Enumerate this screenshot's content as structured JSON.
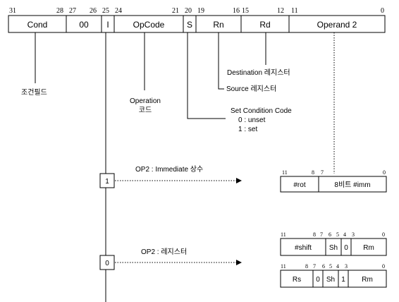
{
  "top_bits": [
    "31",
    "28",
    "27",
    "26",
    "25",
    "24",
    "21",
    "20",
    "19",
    "16",
    "15",
    "12",
    "11",
    "0"
  ],
  "fields": [
    "Cond",
    "00",
    "I",
    "OpCode",
    "S",
    "Rn",
    "Rd",
    "Operand 2"
  ],
  "labels": {
    "cond_desc": "조건필드",
    "opcode_desc_line1": "Operation",
    "opcode_desc_line2": "코드",
    "rd_desc": "Destination 레지스터",
    "rn_desc": "Source 레지스터",
    "s_desc_line1": "Set Condition Code",
    "s_desc_line2": "0 : unset",
    "s_desc_line3": "1 : set",
    "op2_imm_desc": "OP2 : Immediate 상수",
    "op2_reg_desc": "OP2 : 레지스터"
  },
  "i_values": {
    "one": "1",
    "zero": "0"
  },
  "imm_format": {
    "bits": [
      "11",
      "8",
      "7",
      "0"
    ],
    "fields": [
      "#rot",
      "8비트 #imm"
    ]
  },
  "reg_shift_imm": {
    "bits": [
      "11",
      "8",
      "7",
      "6",
      "5",
      "4",
      "3",
      "0"
    ],
    "fields": [
      "#shift",
      "Sh",
      "0",
      "Rm"
    ]
  },
  "reg_shift_reg": {
    "bits": [
      "11",
      "8",
      "7",
      "6",
      "5",
      "4",
      "3",
      "0"
    ],
    "fields": [
      "Rs",
      "0",
      "Sh",
      "1",
      "Rm"
    ]
  }
}
